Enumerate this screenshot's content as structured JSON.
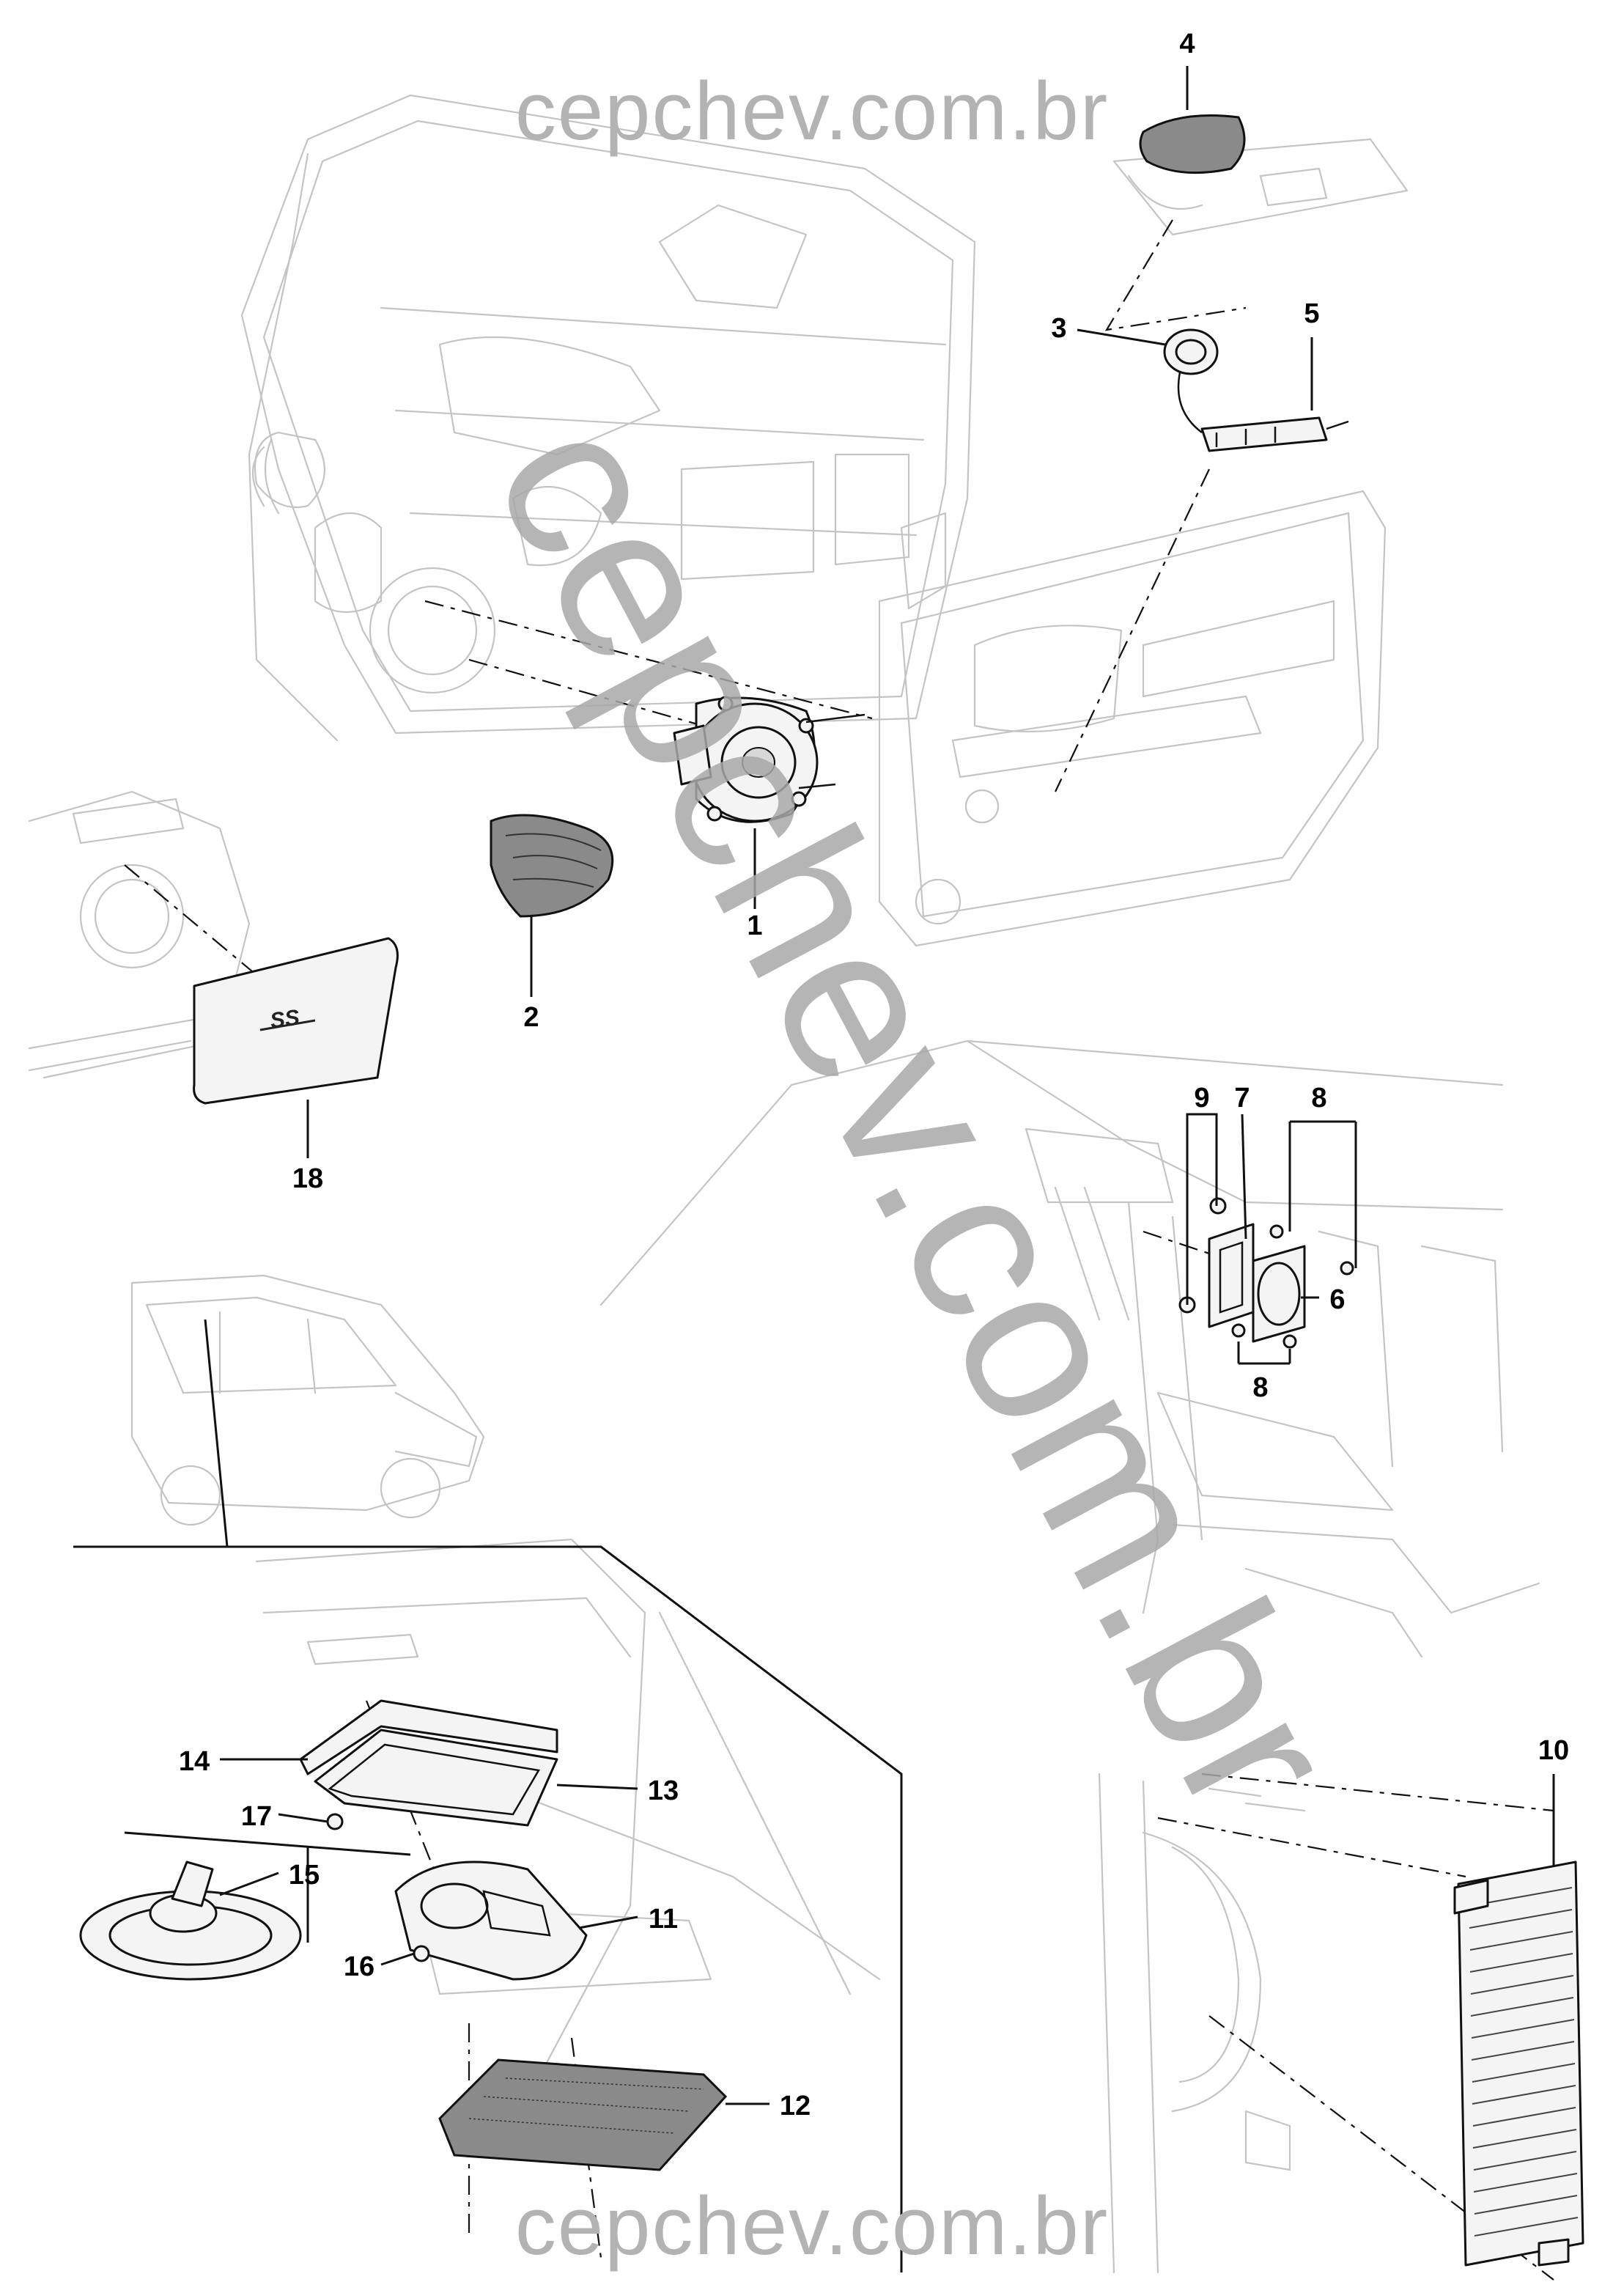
{
  "watermark": {
    "top": "cepchev.com.br",
    "bottom": "cepchev.com.br",
    "diagonal": "cepchev.com.br"
  },
  "callouts": {
    "c1": "1",
    "c2": "2",
    "c3": "3",
    "c4": "4",
    "c5": "5",
    "c6": "6",
    "c7": "7",
    "c8a": "8",
    "c8b": "8",
    "c9": "9",
    "c10": "10",
    "c11": "11",
    "c12": "12",
    "c13": "13",
    "c14": "14",
    "c15": "15",
    "c16": "16",
    "c17": "17",
    "c18": "18"
  },
  "badge": {
    "emblem": "SS"
  },
  "colors": {
    "ink": "#111111",
    "ghost": "#c4c4c4",
    "watermark": "#a8a8a8"
  }
}
